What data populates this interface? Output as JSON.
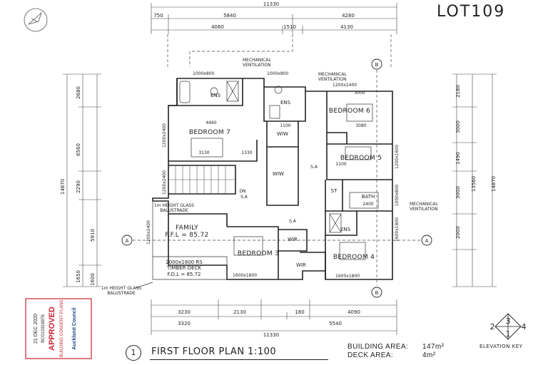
{
  "lot_label": "LOT109",
  "plan_title": {
    "number": "1",
    "text": "FIRST FLOOR PLAN  1:100"
  },
  "areas": {
    "building_label": "BUILDING AREA:",
    "building_value": "147m²",
    "deck_label": "DECK AREA:",
    "deck_value": "4m²"
  },
  "elevation_key": {
    "label": "ELEVATION KEY",
    "numbers": [
      "3",
      "2",
      "4",
      "1"
    ]
  },
  "stamp": {
    "date": "21 DEC 2020",
    "reference": "BCO10316976",
    "status": "APPROVED",
    "plans": "BUILDING CONSENT PLANS",
    "council": "Auckland Council"
  },
  "section_markers": {
    "a": "A",
    "b": "B"
  },
  "rooms": {
    "bedroom7": "BEDROOM 7",
    "bedroom6": "BEDROOM 6",
    "bedroom5": "BEDROOM 5",
    "bedroom4": "BEDROOM 4",
    "bedroom3": "BEDROOM 3",
    "family": "FAMILY",
    "family_ffl": "F.F.L = 85.72",
    "deck": "2000x1800 RS",
    "deck2": "TIMBER DECK",
    "deck_fdl": "F.D.L = 85.72",
    "ens1": "ENS",
    "ens2": "ENS",
    "ens3": "ENS",
    "wiw1": "WIW",
    "wiw2": "WIW",
    "bath": "BATH",
    "st": "ST",
    "wir1": "WIR",
    "wir2": "WIR",
    "dn": "DN",
    "sa1": "S.A",
    "sa2": "S.A",
    "sa3": "S.A"
  },
  "notes": {
    "mech1": "MECHANICAL",
    "vent1": "VENTILATION",
    "mech2": "MECHANICAL",
    "vent2": "VENTILATION",
    "mech3": "MECHANICAL",
    "vent3": "VENTILATION",
    "glass1a": "1m HEIGHT GLASS",
    "glass1b": "BALUSTRADE",
    "glass2a": "1m HEIGHT GLASS",
    "glass2b": "BALUSTRADE"
  },
  "dims_top": {
    "overall": "11330",
    "d1": "750",
    "d2": "5840",
    "d3": "4280",
    "d4": "4060",
    "d5": "1510",
    "d6": "4130",
    "w1": "1000x800",
    "w2": "1000x800",
    "w3": "1200x2400"
  },
  "dims_bottom": {
    "overall": "11330",
    "d1": "3230",
    "d2": "2130",
    "d3": "4090",
    "d4": "3320",
    "d5": "5540",
    "d6": "180",
    "w1": "1600x1800",
    "w2": "1600x1800"
  },
  "dims_left": {
    "overall": "14870",
    "d1": "2680",
    "d2": "6560",
    "d3": "2290",
    "d4": "1650",
    "d5": "5910",
    "d6": "1600",
    "w1": "1200x2400",
    "w2": "1200x2400",
    "w3": "1200x2400"
  },
  "dims_right": {
    "overall": "14870",
    "d1": "2180",
    "d2": "3000",
    "d3": "1490",
    "d4": "3000",
    "d5": "2000",
    "d6": "13560",
    "w1": "1200x1600",
    "w2": "1000x800",
    "w3": "1600x1800"
  },
  "interior_dims": {
    "a": "4460",
    "b": "3130",
    "c": "1330",
    "d": "3080",
    "e": "1100",
    "f": "2400",
    "g": "3000",
    "h": "1100"
  }
}
